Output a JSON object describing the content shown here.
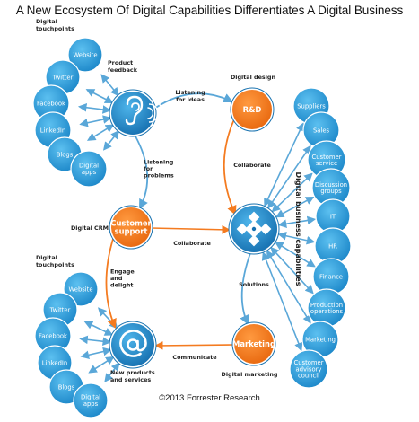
{
  "title": "A New Ecosystem Of Digital Capabilities Differentiates A Digital Business",
  "copyright": "©2013 Forrester Research",
  "colors": {
    "blue": "#2c9ad6",
    "blue_dark": "#1a73b0",
    "orange": "#f47b20",
    "arrow": "#5aa7d8"
  },
  "top_group": {
    "heading": [
      "Digital",
      "touchpoints"
    ],
    "items": [
      "Website",
      "Twitter",
      "Facebook",
      "LinkedIn",
      "Blogs",
      [
        "Digital",
        "apps"
      ]
    ]
  },
  "bottom_group": {
    "heading": [
      "Digital",
      "touchpoints"
    ],
    "items": [
      "Website",
      "Twitter",
      "Facebook",
      "LinkedIn",
      "Blogs",
      [
        "Digital",
        "apps"
      ]
    ]
  },
  "hubs": {
    "listening_icon": "ear-hub-icon",
    "at_icon": "at-sign-hub-icon",
    "center_icon": "puzzle-hub-icon",
    "rd": "R&D",
    "customer_support": [
      "Customer",
      "support"
    ],
    "marketing": "Marketing"
  },
  "edge_labels": {
    "product_feedback": [
      "Product",
      "feedback"
    ],
    "listening_for_ideas": [
      "Listening",
      "for ideas"
    ],
    "digital_design": "Digital design",
    "listening_for_problems": [
      "Listening",
      "for",
      "problems"
    ],
    "collaborate_top": "Collaborate",
    "digital_crm": "Digital CRM",
    "collaborate_mid": "Collaborate",
    "engage_and_delight": [
      "Engage",
      "and",
      "delight"
    ],
    "solutions": "Solutions",
    "communicate": "Communicate",
    "new_products": [
      "New products",
      "and services"
    ],
    "digital_marketing": "Digital marketing"
  },
  "capabilities": {
    "vertical_label": "Digital business capabilities",
    "items": [
      "Suppliers",
      "Sales",
      [
        "Customer",
        "service"
      ],
      [
        "Discussion",
        "groups"
      ],
      "IT",
      "HR",
      "Finance",
      [
        "Production",
        "operations"
      ],
      "Marketing",
      [
        "Customer",
        "advisory",
        "council"
      ]
    ]
  }
}
